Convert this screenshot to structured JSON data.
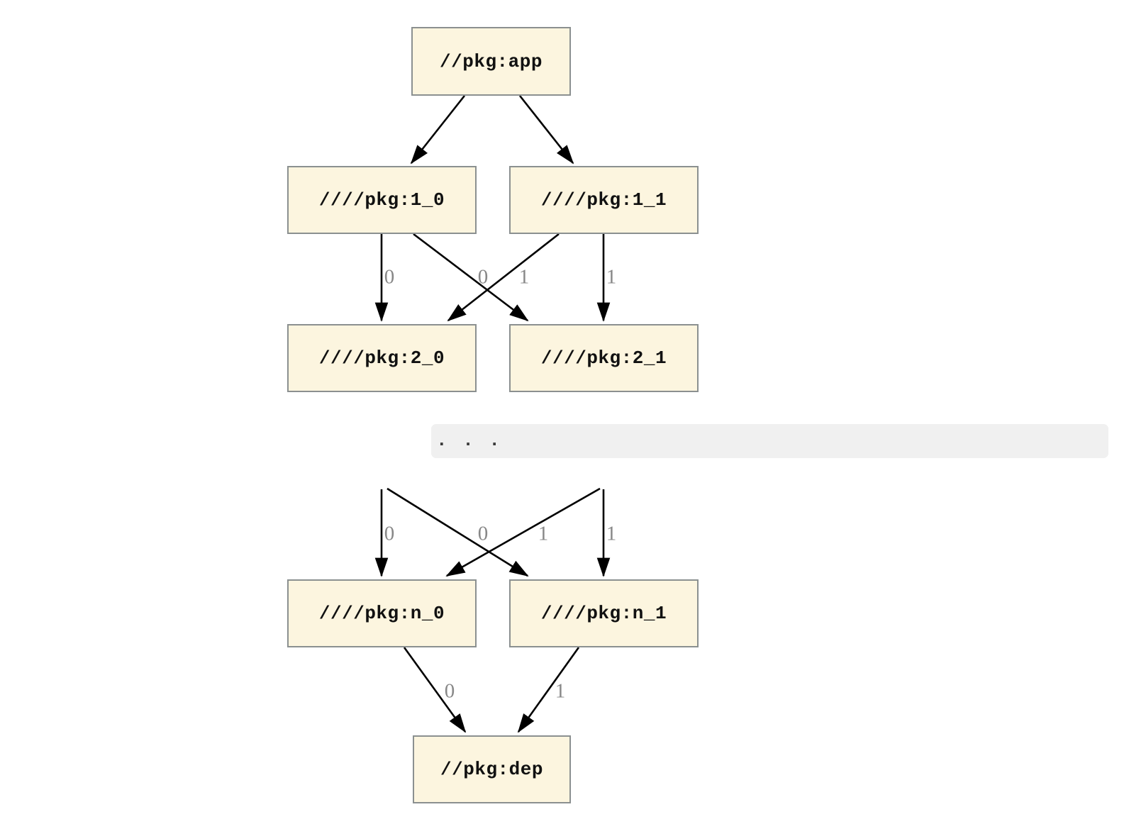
{
  "diagram": {
    "type": "dependency-graph",
    "colors": {
      "node_fill": "#fcf5df",
      "node_border": "#8b9090",
      "node_text": "#111111",
      "edge_stroke": "#000000",
      "edge_label": "#888888",
      "separator_bg": "#f0f0f0",
      "separator_text": "#3a3a3a",
      "background": "#ffffff"
    },
    "nodes": [
      {
        "id": "app",
        "label": "//pkg:app"
      },
      {
        "id": "1_0",
        "label": "////pkg:1_0"
      },
      {
        "id": "1_1",
        "label": "////pkg:1_1"
      },
      {
        "id": "2_0",
        "label": "////pkg:2_0"
      },
      {
        "id": "2_1",
        "label": "////pkg:2_1"
      },
      {
        "id": "n_0",
        "label": "////pkg:n_0"
      },
      {
        "id": "n_1",
        "label": "////pkg:n_1"
      },
      {
        "id": "dep",
        "label": "//pkg:dep"
      }
    ],
    "ellipsis_text": ". . .",
    "edges": [
      {
        "from": "app",
        "to": "1_0",
        "label": ""
      },
      {
        "from": "app",
        "to": "1_1",
        "label": ""
      },
      {
        "from": "1_0",
        "to": "2_0",
        "label": "0"
      },
      {
        "from": "1_0",
        "to": "2_1",
        "label": "1"
      },
      {
        "from": "1_1",
        "to": "2_0",
        "label": "0"
      },
      {
        "from": "1_1",
        "to": "2_1",
        "label": "1"
      },
      {
        "from": "ellipsis",
        "to": "n_0",
        "label": "0"
      },
      {
        "from": "ellipsis",
        "to": "n_1",
        "label": "1"
      },
      {
        "from": "ellipsis",
        "to": "n_0",
        "label": "0"
      },
      {
        "from": "ellipsis",
        "to": "n_1",
        "label": "1"
      },
      {
        "from": "n_0",
        "to": "dep",
        "label": "0"
      },
      {
        "from": "n_1",
        "to": "dep",
        "label": "1"
      }
    ]
  }
}
